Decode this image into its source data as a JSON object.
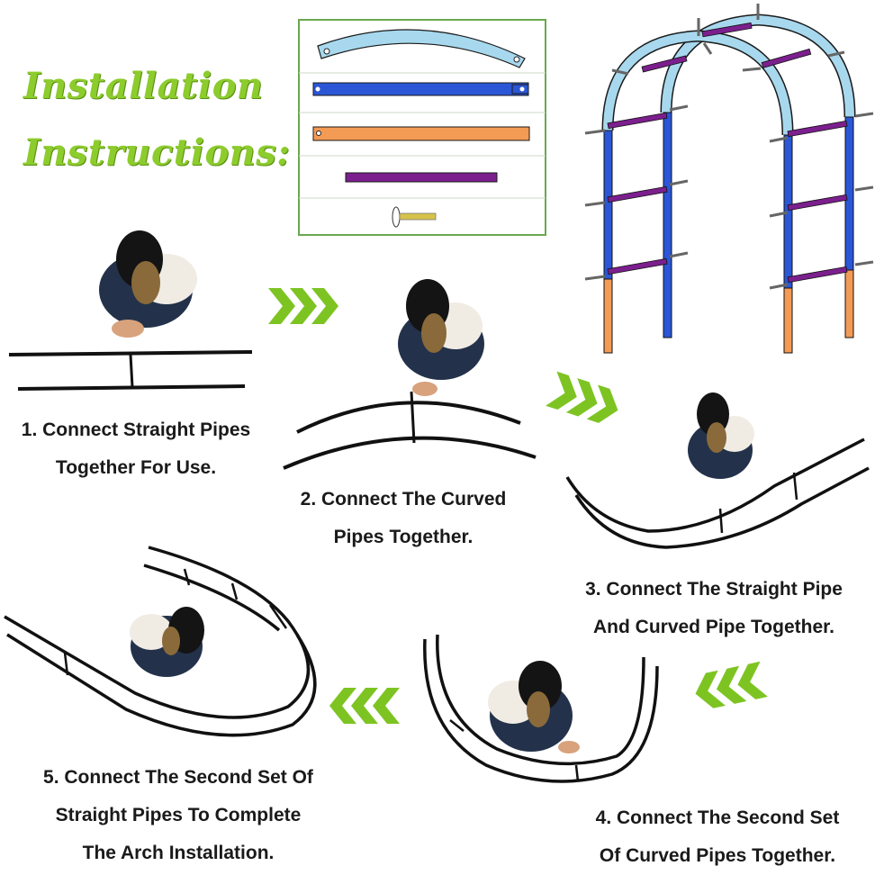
{
  "header": {
    "title_line1": "Installation",
    "title_line2": "Instructions:"
  },
  "parts_legend": {
    "items": [
      "curved-pipe",
      "blue-straight-pipe",
      "orange-straight-pipe",
      "purple-cross-bar",
      "screw"
    ]
  },
  "steps": [
    {
      "line1": "1. Connect Straight Pipes",
      "line2": "Together For Use."
    },
    {
      "line1": "2. Connect The Curved",
      "line2": "Pipes Together."
    },
    {
      "line1": "3. Connect The Straight Pipe",
      "line2": "And Curved Pipe Together."
    },
    {
      "line1": "4. Connect The Second Set",
      "line2": "Of Curved Pipes Together."
    },
    {
      "line1": "5. Connect The Second Set Of",
      "line2": "Straight Pipes To Complete",
      "line3": "The Arch Installation."
    }
  ],
  "colors": {
    "title_green": "#8ccc2c",
    "arrow_green": "#7dc423",
    "curved_pipe": "#a7d8ee",
    "blue_pipe": "#2b56d6",
    "orange_pipe": "#f39a55",
    "purple_bar": "#7c1f8e"
  }
}
